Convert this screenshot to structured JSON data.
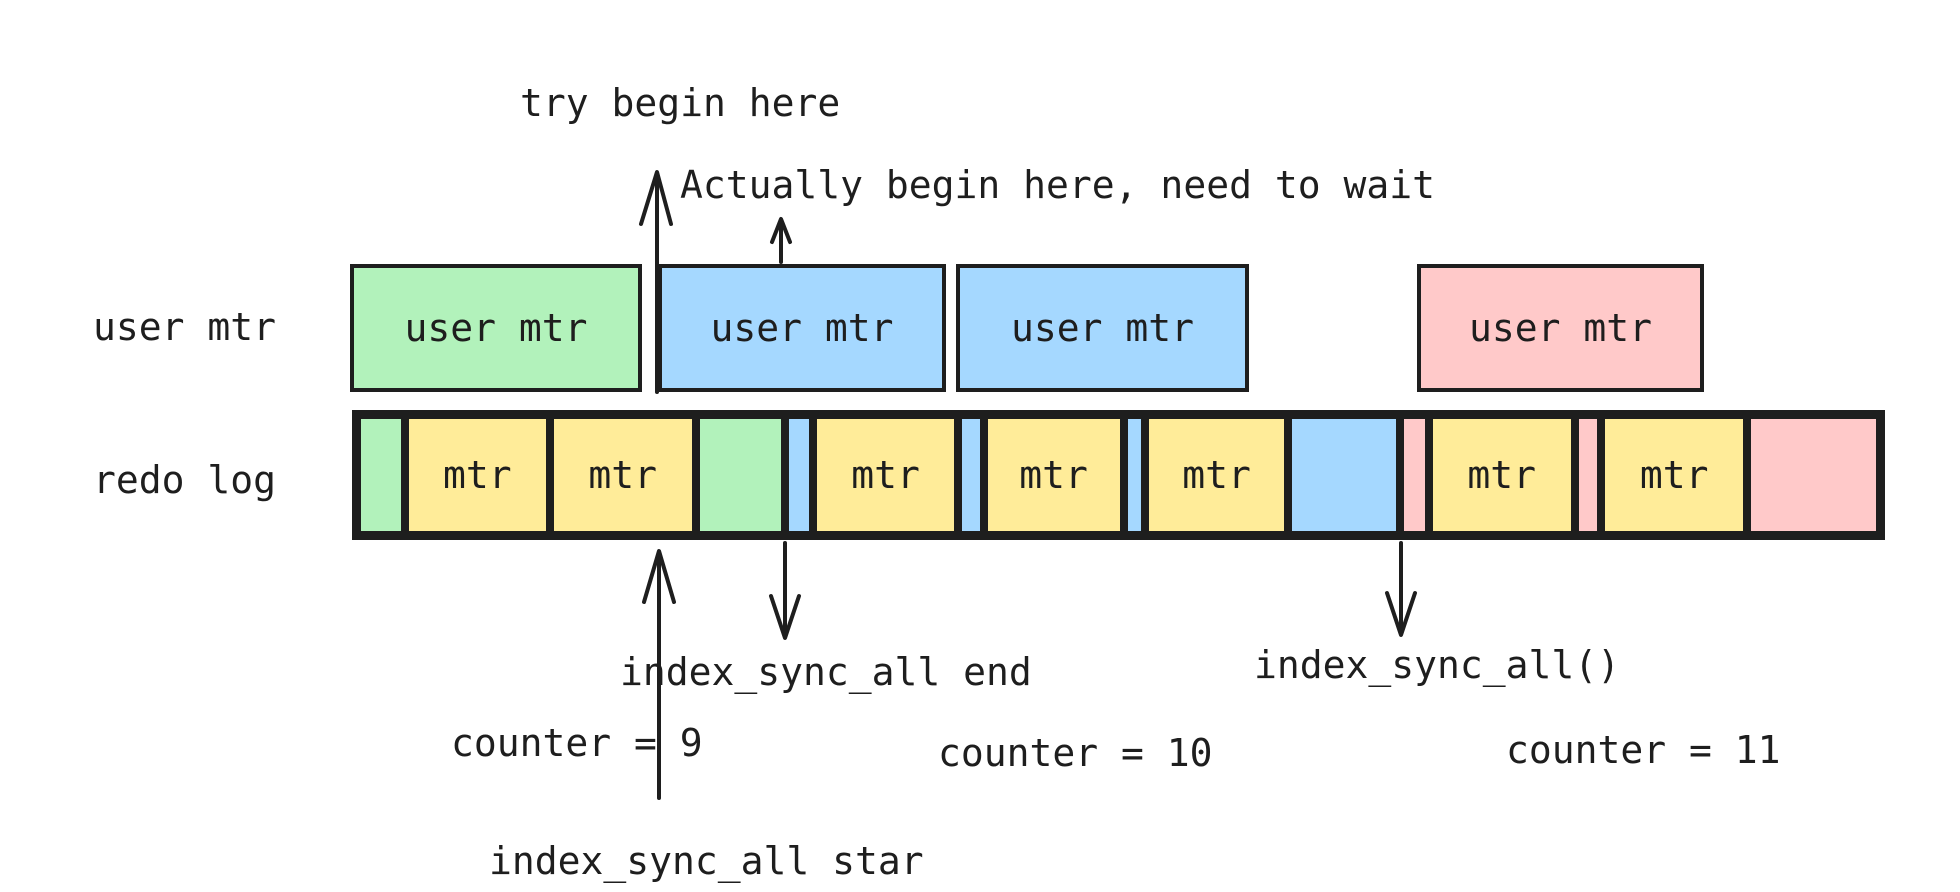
{
  "palette": {
    "background": "#ffffff",
    "stroke": "#1e1e1e",
    "green": "#b2f2bb",
    "blue": "#a5d8ff",
    "yellow": "#ffec99",
    "pink": "#ffc9c9"
  },
  "annotations": {
    "try_begin": "try begin here",
    "actually_begin": "Actually begin here, need to wait",
    "index_sync_all_end": "index_sync_all end",
    "index_sync_all_call": "index_sync_all()",
    "index_sync_all_start": "index_sync_all star",
    "counter_9": "counter = 9",
    "counter_10": "counter = 10",
    "counter_11": "counter = 11"
  },
  "rows": {
    "user_mtr": {
      "label": "user mtr",
      "boxes": [
        {
          "label": "user mtr",
          "color": "green"
        },
        {
          "label": "user mtr",
          "color": "blue"
        },
        {
          "label": "user mtr",
          "color": "blue"
        },
        {
          "label": "user mtr",
          "color": "pink"
        }
      ]
    },
    "redo_log": {
      "label": "redo log",
      "segments": [
        {
          "color": "green",
          "label": "",
          "w": 44
        },
        {
          "color": "yellow",
          "label": "mtr",
          "w": 150
        },
        {
          "color": "yellow",
          "label": "mtr",
          "w": 152
        },
        {
          "color": "green",
          "label": "",
          "w": 89
        },
        {
          "color": "blue",
          "label": "",
          "w": 22
        },
        {
          "color": "yellow",
          "label": "mtr",
          "w": 151
        },
        {
          "color": "blue",
          "label": "",
          "w": 19
        },
        {
          "color": "yellow",
          "label": "mtr",
          "w": 145
        },
        {
          "color": "blue",
          "label": "",
          "w": 15
        },
        {
          "color": "yellow",
          "label": "mtr",
          "w": 148
        },
        {
          "color": "blue",
          "label": "",
          "w": 115
        },
        {
          "color": "pink",
          "label": "",
          "w": 22
        },
        {
          "color": "yellow",
          "label": "mtr",
          "w": 152
        },
        {
          "color": "pink",
          "label": "",
          "w": 20
        },
        {
          "color": "yellow",
          "label": "mtr",
          "w": 152
        },
        {
          "color": "pink",
          "label": "",
          "w": 137
        }
      ]
    }
  }
}
